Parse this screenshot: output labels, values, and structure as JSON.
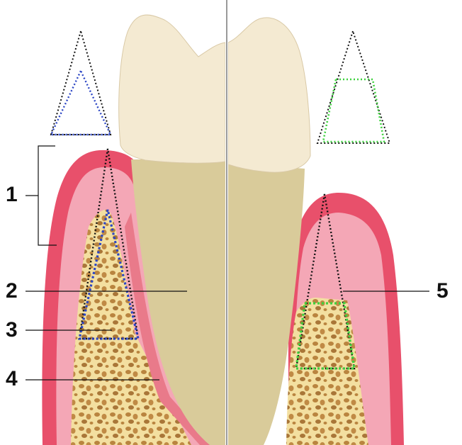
{
  "figure": {
    "title": "",
    "labels": [
      {
        "id": "1",
        "text": "1"
      },
      {
        "id": "2",
        "text": "2"
      },
      {
        "id": "3",
        "text": "3"
      },
      {
        "id": "4",
        "text": "4"
      },
      {
        "id": "5",
        "text": "5"
      }
    ]
  },
  "colors": {
    "gingiva_outer": "#e8506b",
    "gingiva_inner": "#f4a7b6",
    "bone": "#f3dfa0",
    "bone_trabeculae": "#b9843f",
    "crown_enamel": "#f4ead2",
    "root": "#d9cb9a",
    "pdl": "#e97a8a",
    "triangle_black": "#111111",
    "triangle_blue": "#2b45c4",
    "triangle_green": "#3fd23f",
    "divider": "#9a9a9a"
  },
  "panels": [
    {
      "name": "left",
      "note_shape": "triangle-blue"
    },
    {
      "name": "right",
      "note_shape": "trapezoid-green"
    }
  ]
}
